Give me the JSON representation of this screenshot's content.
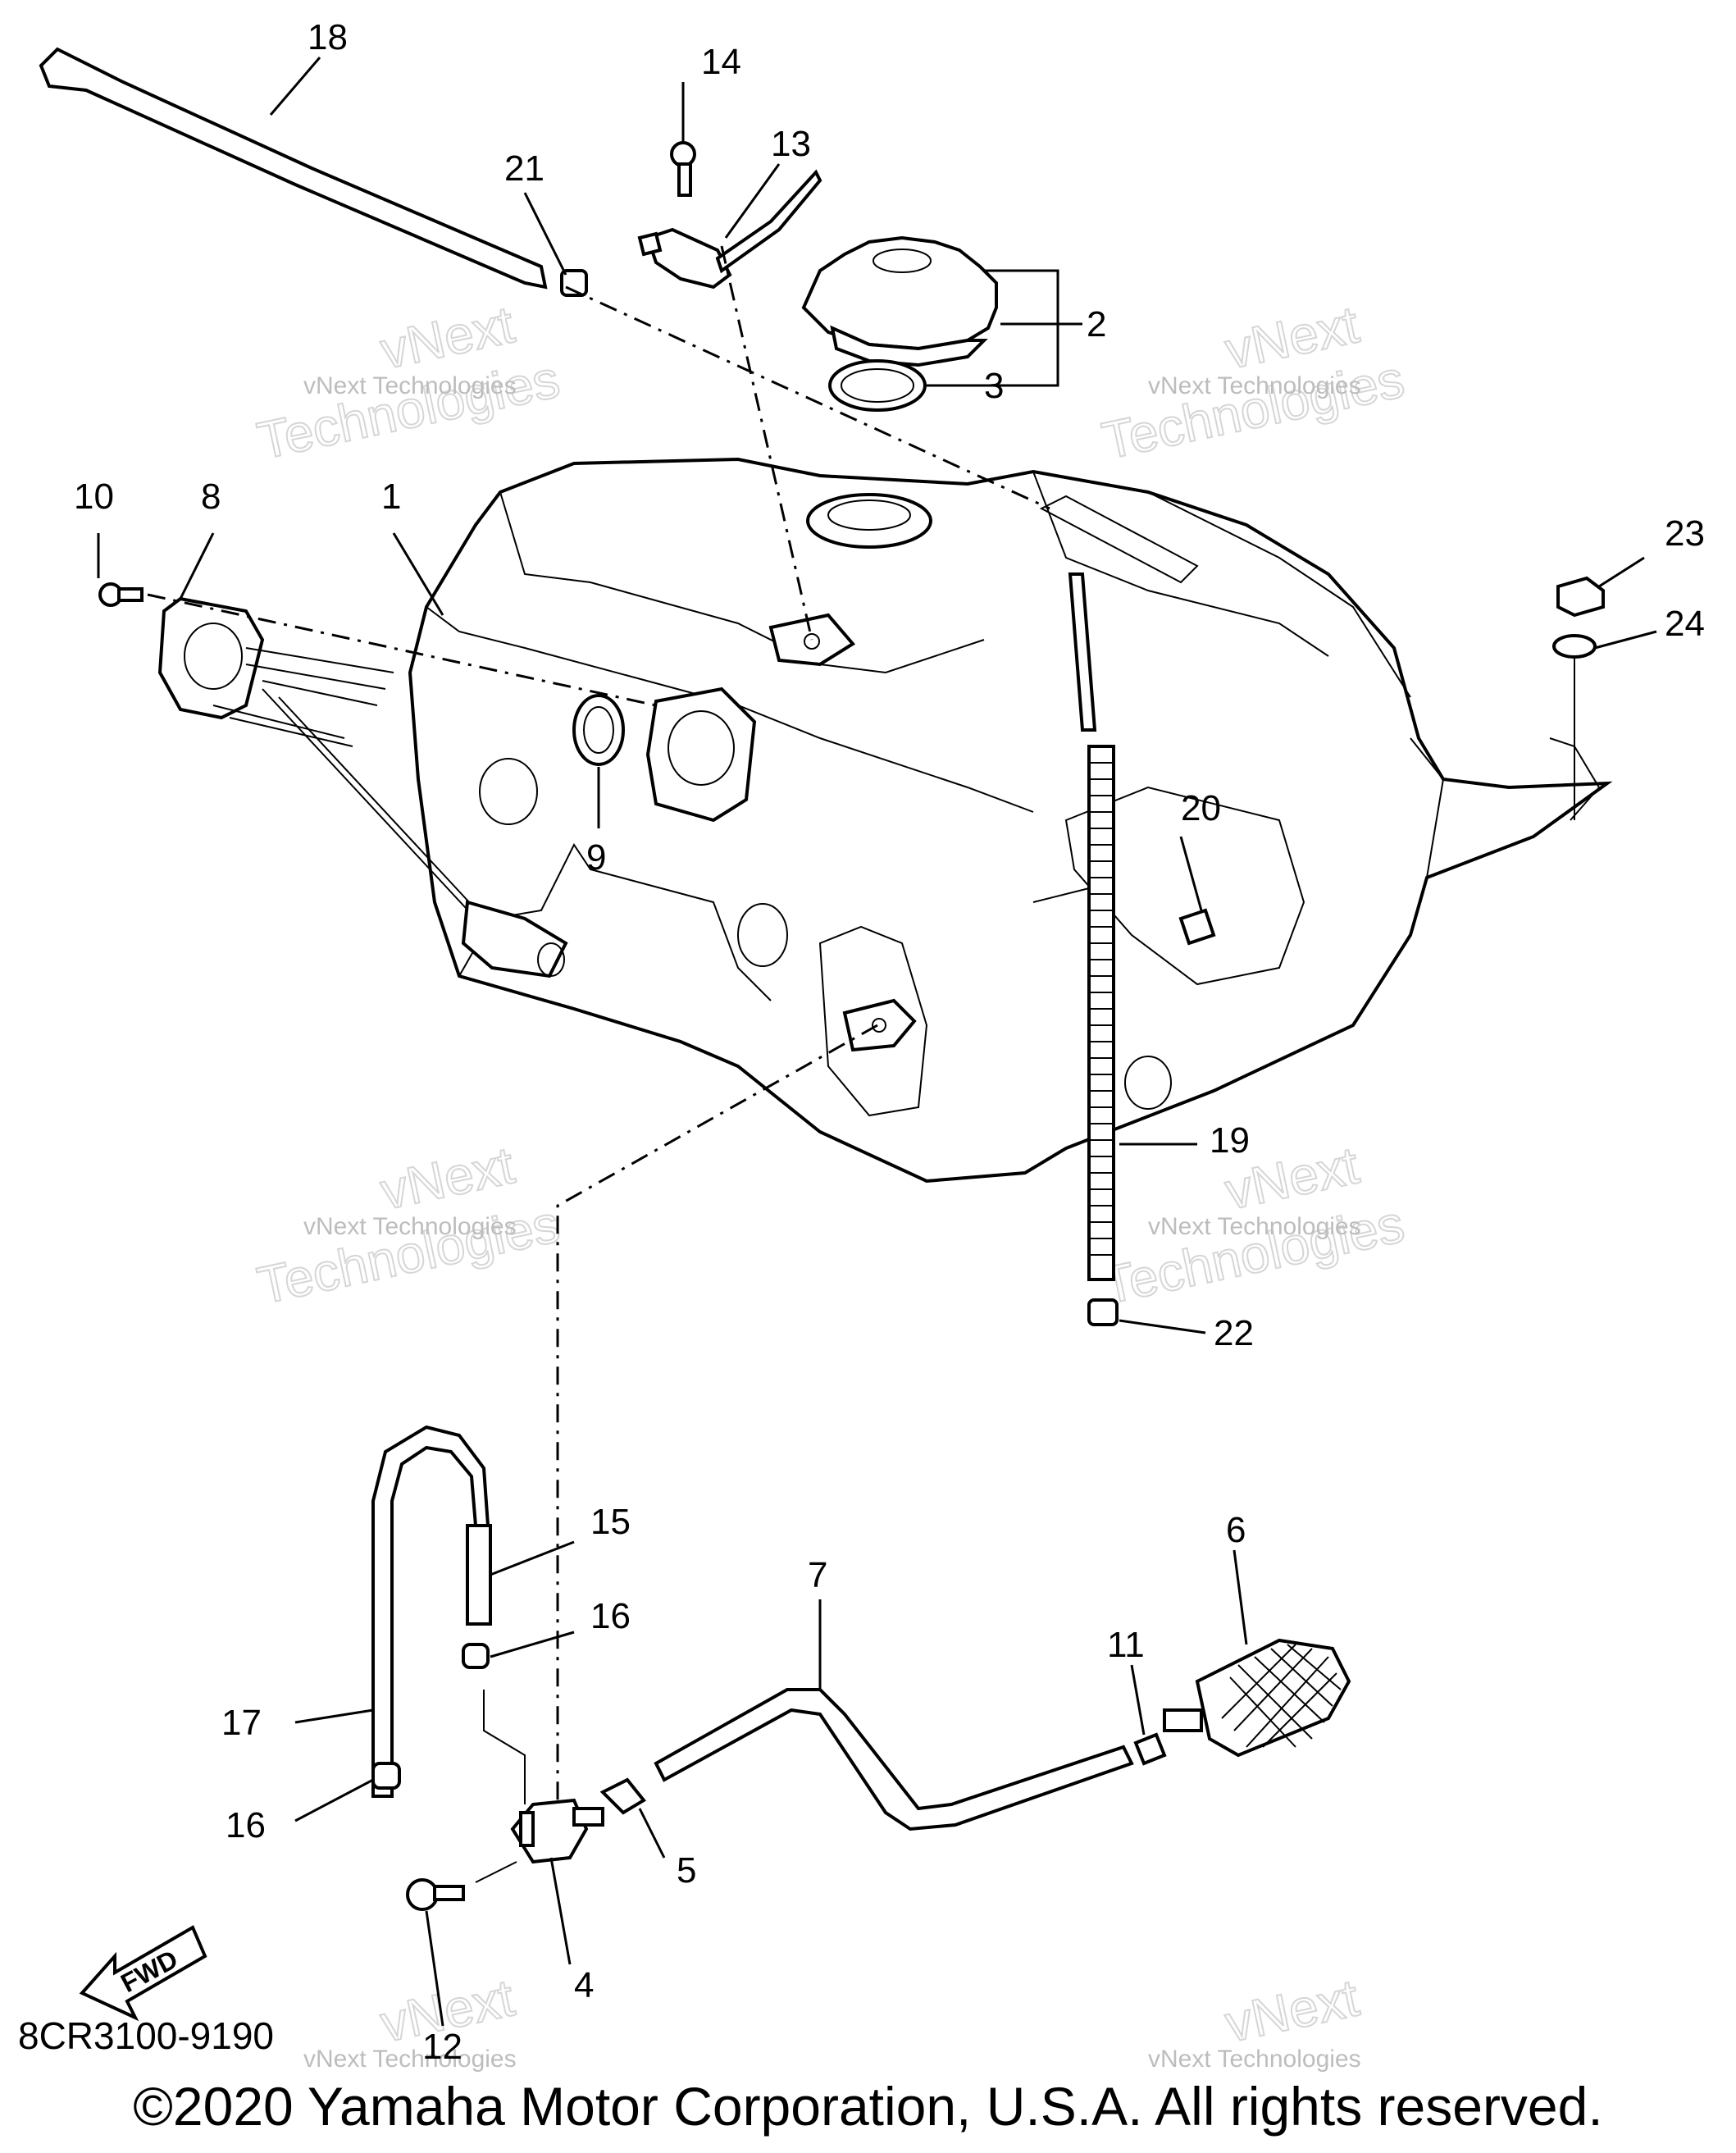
{
  "diagram": {
    "part_number": "8CR3100-9190",
    "copyright": "©2020 Yamaha Motor Corporation, U.S.A. All rights reserved.",
    "direction_label": "FWD",
    "watermark": {
      "line1": "vNext Technologies",
      "line2": "vNext",
      "line3": "Technologies"
    },
    "callouts": [
      "1",
      "2",
      "3",
      "4",
      "5",
      "6",
      "7",
      "8",
      "9",
      "10",
      "11",
      "12",
      "13",
      "14",
      "15",
      "16",
      "16",
      "17",
      "18",
      "19",
      "20",
      "21",
      "22",
      "23",
      "24"
    ]
  }
}
